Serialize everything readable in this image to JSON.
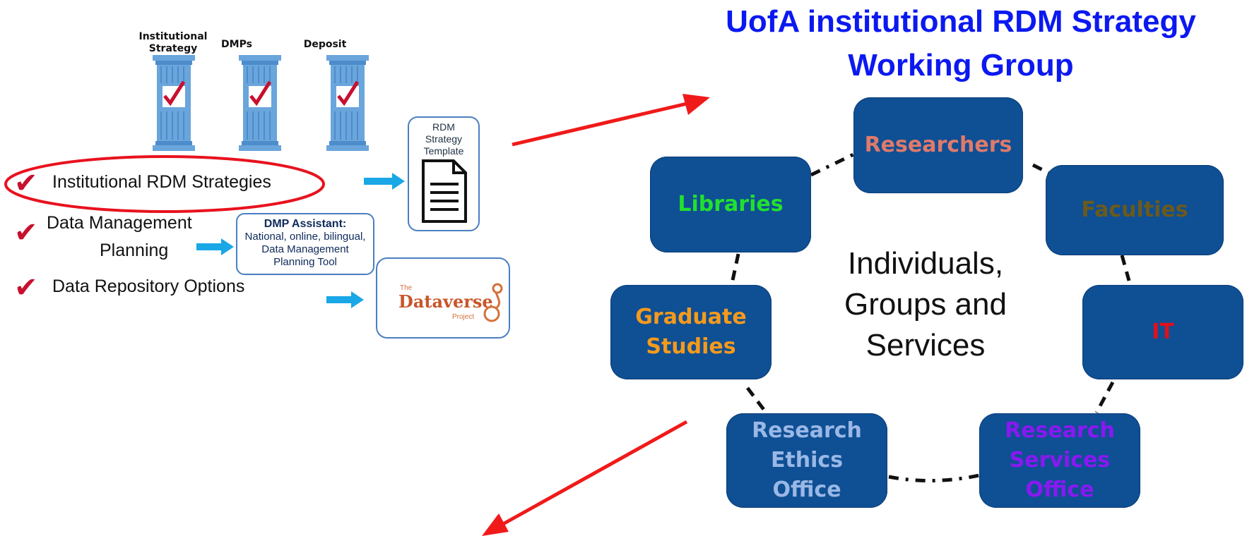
{
  "pillars": [
    {
      "label": "Institutional Strategy"
    },
    {
      "label": "DMPs"
    },
    {
      "label": "Deposit"
    }
  ],
  "checklist": [
    {
      "label": "Institutional RDM Strategies"
    },
    {
      "label_line1": "Data Management",
      "label_line2": "Planning"
    },
    {
      "label": "Data Repository Options"
    }
  ],
  "callouts": {
    "template": "RDM Strategy Template",
    "dmp_title": "DMP Assistant:",
    "dmp_body": "National, online, bilingual, Data Management Planning Tool",
    "dataverse_small": "The",
    "dataverse_name": "Dataverse",
    "dataverse_sub": "Project"
  },
  "working_group": {
    "title": "UofA institutional RDM Strategy Working Group",
    "center": "Individuals, Groups and Services",
    "nodes": {
      "researchers": {
        "label": "Researchers",
        "color": "#e07a6a"
      },
      "libraries": {
        "label": "Libraries",
        "color": "#22e02f"
      },
      "faculties": {
        "label": "Faculties",
        "color": "#6b5a1c"
      },
      "it": {
        "label": "IT",
        "color": "#e0101c"
      },
      "graduate": {
        "label": "Graduate Studies",
        "color": "#f59a1c"
      },
      "ethics": {
        "label": "Research Ethics Office",
        "color": "#9ab8e6"
      },
      "services": {
        "label": "Research Services Office",
        "color": "#8a18f2"
      }
    }
  },
  "colors": {
    "arrow_red": "#f01a1a",
    "arrow_blue": "#1aa7e6",
    "node_fill": "#0f4f94",
    "pillar_blue": "#6aa5dc",
    "check_red": "#c8102e"
  }
}
